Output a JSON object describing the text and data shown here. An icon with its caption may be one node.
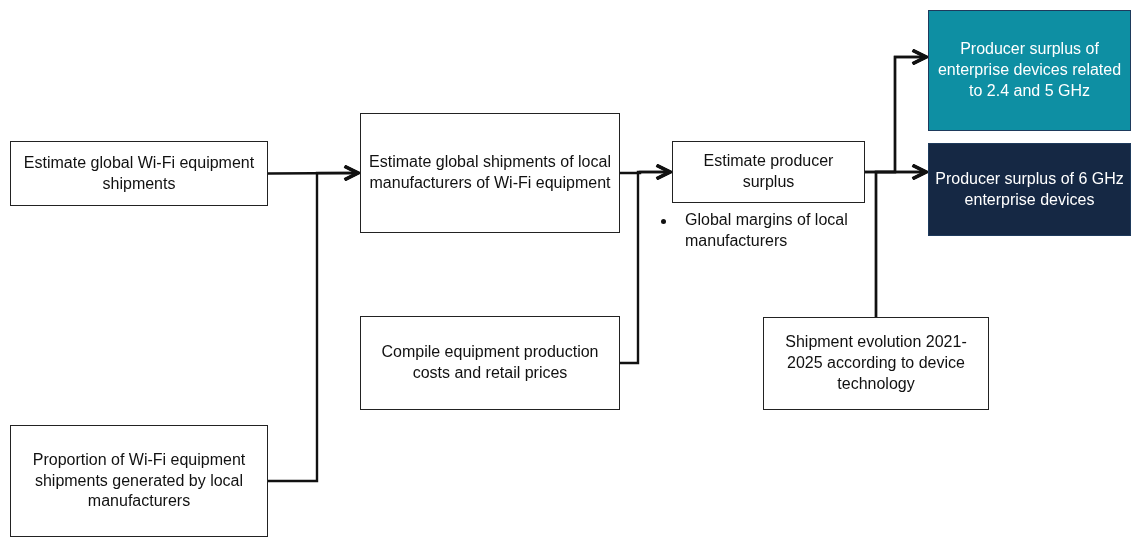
{
  "diagram": {
    "nodes": [
      {
        "text": [
          "Estimate global Wi-Fi equipment shipments"
        ]
      },
      {
        "text": [
          "Proportion of Wi-Fi equipment shipments generated by local manufacturers"
        ]
      },
      {
        "text": [
          "Estimate global shipments of local manufacturers of Wi-Fi equipment"
        ]
      },
      {
        "text": [
          "Compile equipment production costs and retail prices"
        ]
      },
      {
        "text": [
          "Estimate producer surplus"
        ],
        "beside": [
          "Global margins of local manufacturers"
        ]
      },
      {
        "text": [
          "Shipment evolution 2021-2025 according to device technology"
        ]
      },
      {
        "text": [
          "Producer surplus of enterprise devices related to 2.4 and 5 GHz"
        ]
      },
      {
        "text": [
          "Producer surplus of 6 GHz enterprise devices"
        ]
      }
    ],
    "edges": [
      {
        "from": 0,
        "to": 2,
        "arrow": "to"
      },
      {
        "from": 1,
        "to": 2,
        "arrow": "to"
      },
      {
        "from": 2,
        "to": 4,
        "arrow": "to"
      },
      {
        "from": 3,
        "to": 4,
        "arrow": "to"
      },
      {
        "from": 4,
        "to": 6,
        "arrow": "to"
      },
      {
        "from": 4,
        "to": 7,
        "arrow": "to"
      },
      {
        "from": 5,
        "to": 6,
        "arrow": "to"
      },
      {
        "from": 5,
        "to": 7,
        "arrow": "to"
      }
    ]
  }
}
